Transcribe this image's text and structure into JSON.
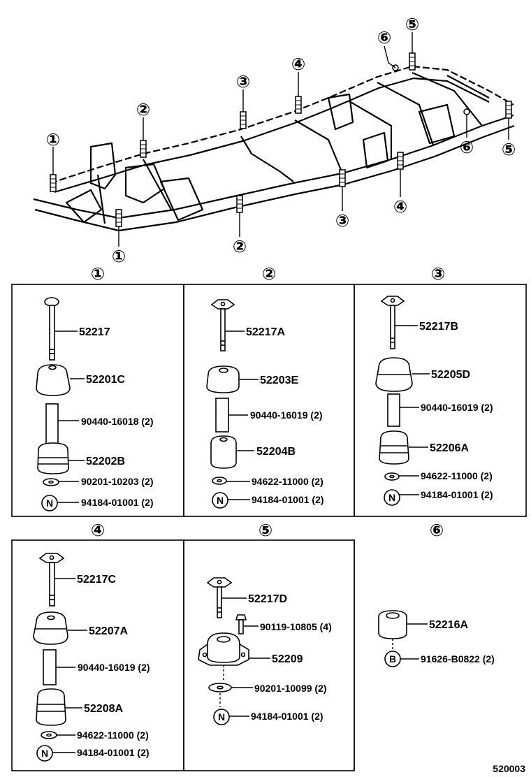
{
  "diagram_code": "520003",
  "frame": {
    "callouts": [
      {
        "text": "①"
      },
      {
        "text": "①"
      },
      {
        "text": "②"
      },
      {
        "text": "②"
      },
      {
        "text": "③"
      },
      {
        "text": "③"
      },
      {
        "text": "④"
      },
      {
        "text": "④"
      },
      {
        "text": "⑤"
      },
      {
        "text": "⑤"
      },
      {
        "text": "⑥"
      },
      {
        "text": "⑥"
      }
    ]
  },
  "panels": [
    {
      "marker": "①",
      "parts": [
        "52217",
        "52201C",
        "90440-16018 (2)",
        "52202B",
        "90201-10203 (2)",
        "94184-01001 (2)"
      ],
      "badges": [
        "N"
      ]
    },
    {
      "marker": "②",
      "parts": [
        "52217A",
        "52203E",
        "90440-16019 (2)",
        "52204B",
        "94622-11000 (2)",
        "94184-01001 (2)"
      ],
      "badges": [
        "N"
      ]
    },
    {
      "marker": "③",
      "parts": [
        "52217B",
        "52205D",
        "90440-16019 (2)",
        "52206A",
        "94622-11000 (2)",
        "94184-01001 (2)"
      ],
      "badges": [
        "N"
      ]
    },
    {
      "marker": "④",
      "parts": [
        "52217C",
        "52207A",
        "90440-16019 (2)",
        "52208A",
        "94622-11000 (2)",
        "94184-01001 (2)"
      ],
      "badges": [
        "N"
      ]
    },
    {
      "marker": "⑤",
      "parts": [
        "52217D",
        "90119-10805 (4)",
        "52209",
        "90201-10099 (2)",
        "94184-01001 (2)"
      ],
      "badges": [
        "N"
      ]
    },
    {
      "marker": "⑥",
      "parts": [
        "52216A",
        "91626-B0822 (2)"
      ],
      "badges": [
        "B"
      ]
    }
  ]
}
